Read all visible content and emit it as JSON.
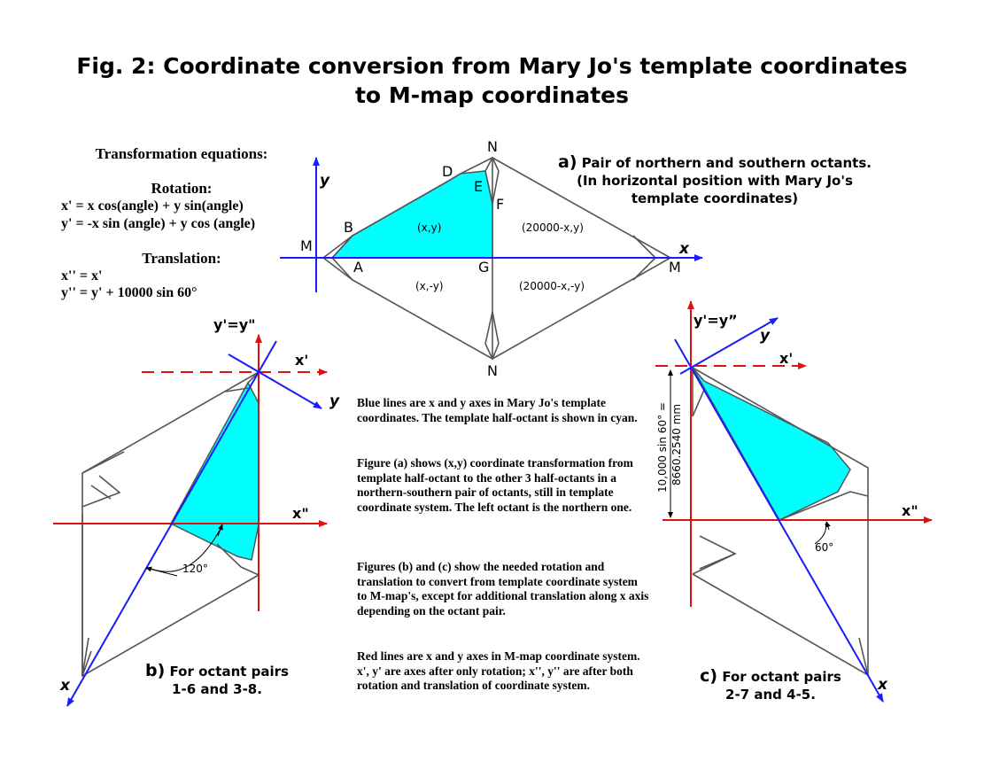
{
  "title": {
    "line1": "Fig. 2: Coordinate conversion from Mary Jo's template coordinates",
    "line2": "to M-map coordinates"
  },
  "equations": {
    "heading": "Transformation equations:",
    "rotation_heading": "Rotation:",
    "rotation_1": "x' = x cos(angle) + y sin(angle)",
    "rotation_2": "y' = -x sin (angle) + y cos (angle)",
    "translation_heading": "Translation:",
    "translation_1": "x'' = x'",
    "translation_2": "y'' = y' + 10000 sin 60°"
  },
  "caption_a": {
    "letter": "a)",
    "line1": "Pair of northern and southern octants.",
    "line2": "(In horizontal position with Mary Jo's",
    "line3": "template coordinates)"
  },
  "caption_b": {
    "letter": "b)",
    "line1": "For octant pairs",
    "line2": "1-6 and 3-8."
  },
  "caption_c": {
    "letter": "c)",
    "line1": "For octant pairs",
    "line2": "2-7 and 4-5."
  },
  "fig_a": {
    "point_labels": {
      "N_top": "N",
      "N_bottom": "N",
      "D": "D",
      "E": "E",
      "F": "F",
      "B": "B",
      "A": "A",
      "M_left": "M",
      "M_right": "M",
      "G": "G"
    },
    "axis_x": "x",
    "axis_y": "y",
    "quadrants": {
      "upper_left": "(x,y)",
      "upper_right": "(20000-x,y)",
      "lower_left": "(x,-y)",
      "lower_right": "(20000-x,-y)"
    }
  },
  "fig_b": {
    "label_yp_ypp": "y'=y\"",
    "label_xp": "x'",
    "label_xpp": "x\"",
    "label_y": "y",
    "label_x": "x",
    "angle": "120°"
  },
  "fig_c": {
    "label_yp_ypp": "y'=y”",
    "label_xp": "x'",
    "label_xpp": "x\"",
    "label_y": "y",
    "label_x": "x",
    "angle": "60°",
    "offset_1": "10,000 sin 60° =",
    "offset_2": "8660.2540 mm"
  },
  "notes": {
    "p1": "Blue lines are x and y axes in Mary Jo's template coordinates. The template half-octant is shown in cyan.",
    "p2": "Figure (a) shows (x,y) coordinate transformation from template half-octant to the other 3 half-octants in a northern-southern pair of octants, still in template coordinate system. The left octant is the northern one.",
    "p3": "Figures (b) and (c) show the needed rotation and translation to convert from template coordinate system to M-map's, except for additional translation along x axis depending on the octant pair.",
    "p4": "Red lines are x and y axes in M-map coordinate system. x', y' are axes after only rotation; x'', y'' are after both rotation and translation of coordinate system."
  },
  "colors": {
    "template_axes": "#1a1aff",
    "mmap_axes": "#dd1111",
    "half_octant_fill": "#00ffff",
    "outline": "#555555"
  }
}
